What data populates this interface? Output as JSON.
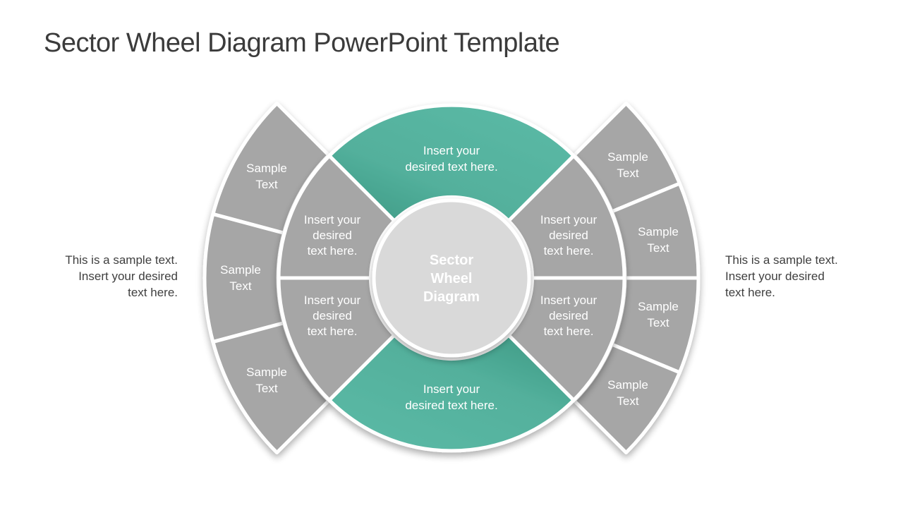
{
  "title": "Sector Wheel Diagram PowerPoint Template",
  "colors": {
    "teal": "#53b09c",
    "teal_light": "#5bb9a5",
    "teal_dark": "#3f9b86",
    "gray": "#a6a6a6",
    "center_fill": "#d9d9d9",
    "divider": "#ffffff",
    "title_text": "#3b3b3b",
    "body_text": "#3f3f3f",
    "sector_text": "#ffffff"
  },
  "diagram": {
    "center": {
      "lines": [
        "Sector",
        "Wheel",
        "Diagram"
      ]
    },
    "inner": [
      {
        "id": "top",
        "lines": [
          "Insert your",
          "desired text here."
        ]
      },
      {
        "id": "upper-left",
        "lines": [
          "Insert your",
          "desired",
          "text here."
        ]
      },
      {
        "id": "lower-left",
        "lines": [
          "Insert your",
          "desired",
          "text here."
        ]
      },
      {
        "id": "bottom",
        "lines": [
          "Insert your",
          "desired text here."
        ]
      },
      {
        "id": "lower-right",
        "lines": [
          "Insert your",
          "desired",
          "text here."
        ]
      },
      {
        "id": "upper-right",
        "lines": [
          "Insert your",
          "desired",
          "text here."
        ]
      }
    ],
    "outer_left": [
      {
        "lines": [
          "Sample",
          "Text"
        ]
      },
      {
        "lines": [
          "Sample",
          "Text"
        ]
      },
      {
        "lines": [
          "Sample",
          "Text"
        ]
      }
    ],
    "outer_right": [
      {
        "lines": [
          "Sample",
          "Text"
        ]
      },
      {
        "lines": [
          "Sample",
          "Text"
        ]
      },
      {
        "lines": [
          "Sample",
          "Text"
        ]
      },
      {
        "lines": [
          "Sample",
          "Text"
        ]
      }
    ]
  },
  "side_left": {
    "lines": [
      "This is a sample text.",
      "Insert your desired",
      "text here."
    ]
  },
  "side_right": {
    "lines": [
      "This is a sample text.",
      "Insert your desired",
      "text here."
    ]
  }
}
